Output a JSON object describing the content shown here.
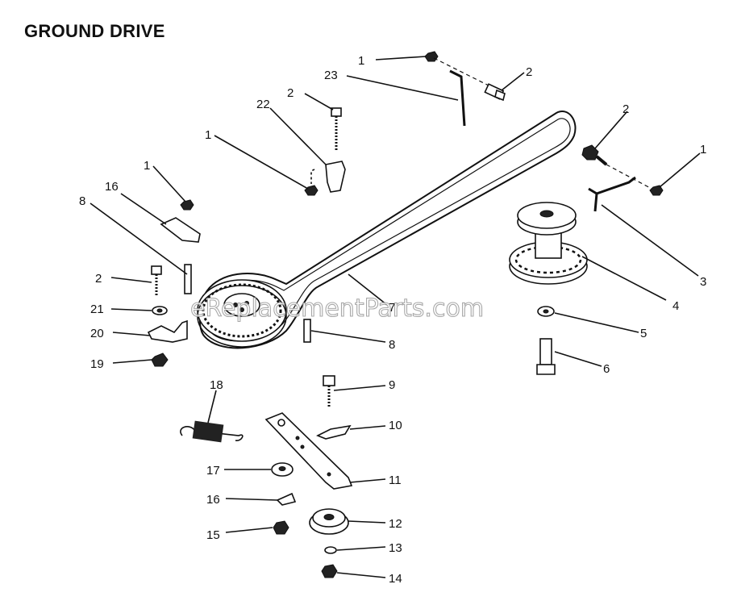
{
  "title": "GROUND DRIVE",
  "watermark": "eReplacementParts.com",
  "callouts": [
    {
      "id": "c1a",
      "label": "1"
    },
    {
      "id": "c23",
      "label": "23"
    },
    {
      "id": "c2a",
      "label": "2"
    },
    {
      "id": "c2b",
      "label": "2"
    },
    {
      "id": "c22",
      "label": "22"
    },
    {
      "id": "c1b",
      "label": "1"
    },
    {
      "id": "c2c",
      "label": "2"
    },
    {
      "id": "c1c",
      "label": "1"
    },
    {
      "id": "c1d",
      "label": "1"
    },
    {
      "id": "c16a",
      "label": "16"
    },
    {
      "id": "c8a",
      "label": "8"
    },
    {
      "id": "c3",
      "label": "3"
    },
    {
      "id": "c2d",
      "label": "2"
    },
    {
      "id": "c4",
      "label": "4"
    },
    {
      "id": "c21",
      "label": "21"
    },
    {
      "id": "c7",
      "label": "7"
    },
    {
      "id": "c5",
      "label": "5"
    },
    {
      "id": "c20",
      "label": "20"
    },
    {
      "id": "c8b",
      "label": "8"
    },
    {
      "id": "c19",
      "label": "19"
    },
    {
      "id": "c6",
      "label": "6"
    },
    {
      "id": "c9",
      "label": "9"
    },
    {
      "id": "c18",
      "label": "18"
    },
    {
      "id": "c10",
      "label": "10"
    },
    {
      "id": "c17",
      "label": "17"
    },
    {
      "id": "c11",
      "label": "11"
    },
    {
      "id": "c16b",
      "label": "16"
    },
    {
      "id": "c12",
      "label": "12"
    },
    {
      "id": "c15",
      "label": "15"
    },
    {
      "id": "c13",
      "label": "13"
    },
    {
      "id": "c14",
      "label": "14"
    }
  ]
}
